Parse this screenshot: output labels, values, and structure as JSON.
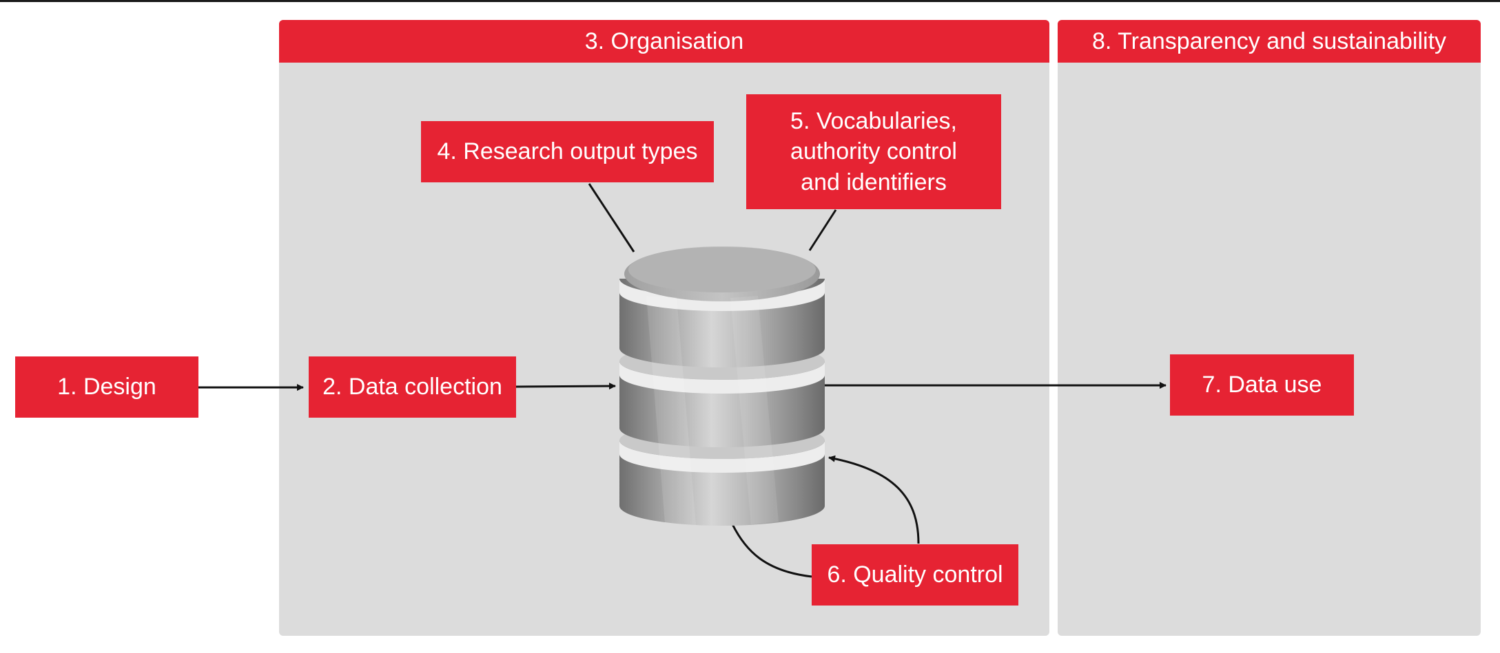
{
  "panels": {
    "organisation": {
      "title": "3. Organisation"
    },
    "transparency": {
      "title": "8. Transparency and sustainability"
    }
  },
  "nodes": {
    "design": "1. Design",
    "data_collection": "2. Data collection",
    "research_output_types": "4. Research output types",
    "vocabularies": "5. Vocabularies,\nauthority control\nand identifiers",
    "quality_control": "6. Quality control",
    "data_use": "7. Data use"
  },
  "colors": {
    "accent": "#e62333",
    "panel_bg": "#dcdcdc",
    "text_on_accent": "#ffffff",
    "connector": "#111111"
  },
  "icons": {
    "center": "database-icon"
  }
}
